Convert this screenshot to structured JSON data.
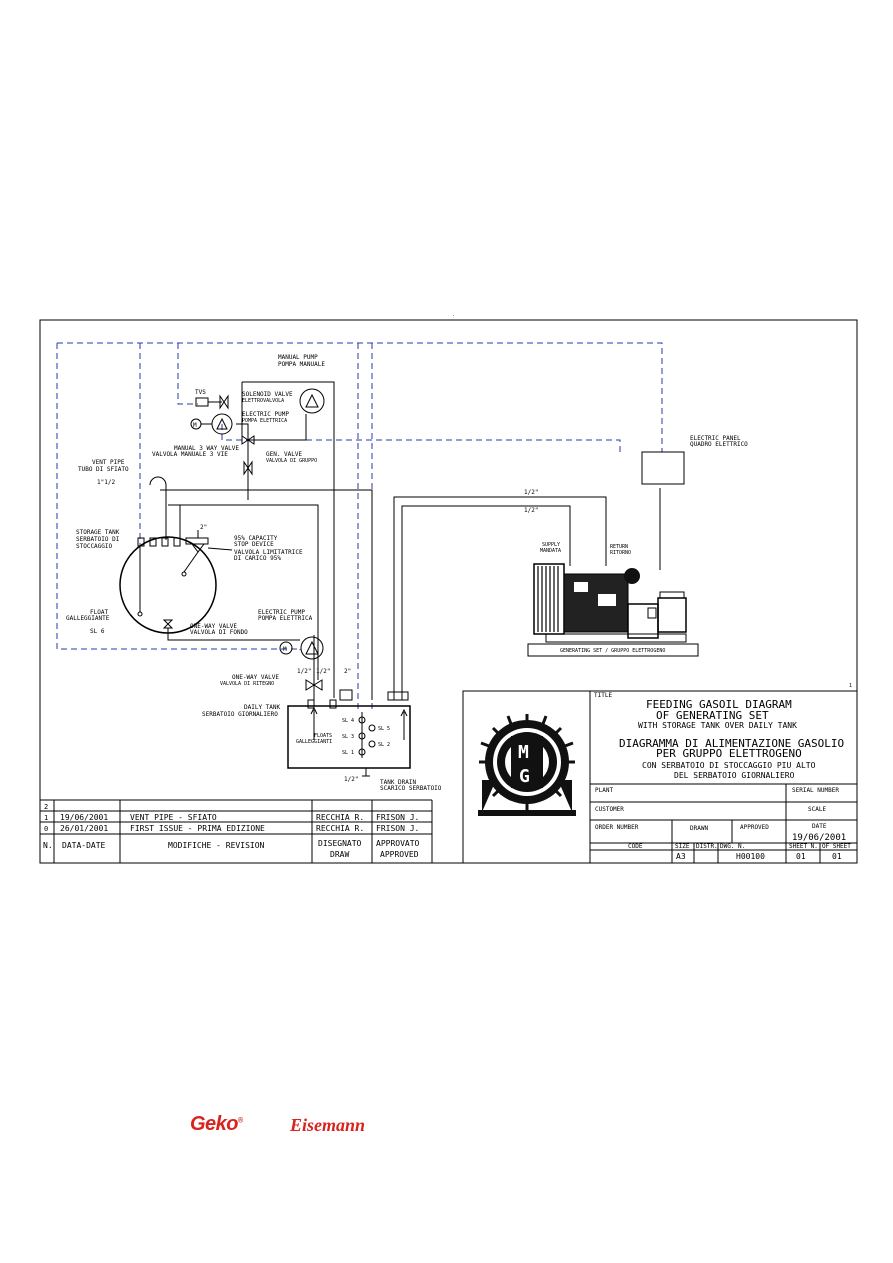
{
  "diagram": {
    "labels": {
      "manual_pump": [
        "MANUAL PUMP",
        "POMPA MANUALE"
      ],
      "tvs": "TVS",
      "solenoid_valve": [
        "SOLENOID VALVE",
        "ELETTROVALVOLA"
      ],
      "electric_pump_top": [
        "ELECTRIC PUMP",
        "POMPA ELETTRICA"
      ],
      "manual_3way_valve": [
        "MANUAL 3 WAY VALVE",
        "VALVOLA MANUALE 3 VIE"
      ],
      "gen_valve": [
        "GEN. VALVE",
        "VALVOLA DI GRUPPO"
      ],
      "vent_pipe": [
        "VENT PIPE",
        "TUBO DI SFIATO"
      ],
      "vent_size": "1\"1/2",
      "storage_tank": [
        "STORAGE TANK",
        "SERBATOIO DI",
        "STOCCAGGIO"
      ],
      "inlet_size": "2\"",
      "stop_device": [
        "95% CAPACITY",
        "STOP DEVICE",
        "VALVOLA LIMITATRICE",
        "DI CARICO 95%"
      ],
      "float": [
        "FLOAT",
        "GALLEGGIANTE"
      ],
      "float_code": "SL 6",
      "one_way_valve_tank": [
        "ONE-WAY VALVE",
        "VALVOLA DI FONDO"
      ],
      "electric_pump_bottom": [
        "ELECTRIC PUMP",
        "POMPA ELETTRICA"
      ],
      "electric_panel": [
        "ELECTRIC PANEL",
        "QUADRO ELETTRICO"
      ],
      "pipe_size_a": "1/2\"",
      "pipe_size_b": "1/2\"",
      "supply": [
        "SUPPLY",
        "MANDATA"
      ],
      "return": [
        "RETURN",
        "RITORNO"
      ],
      "genset": "GENERATING SET / GRUPPO ELETTROGENO",
      "daily_one_way": [
        "ONE-WAY VALVE",
        "VALVOLA DI RITEGNO"
      ],
      "daily_in_a": "1/2\"",
      "daily_in_b": "1/2\"",
      "daily_in_c": "2\"",
      "daily_tank": [
        "DAILY TANK",
        "SERBATOIO GIORNALIERO"
      ],
      "floats": [
        "FLOATS",
        "GALLEGGIANTI"
      ],
      "sl_left": [
        "SL 4",
        "SL 3",
        "SL 1"
      ],
      "sl_right": [
        "SL 5",
        "SL 2"
      ],
      "drain_size": "1/2\"",
      "tank_drain": [
        "TANK DRAIN",
        "SCARICO SERBATOIO"
      ],
      "m_symbol": "M",
      "m_symbol_2": "M",
      "corner_mark": "1"
    }
  },
  "revisions": {
    "rows": [
      {
        "n": "2",
        "date": "",
        "mod": "",
        "draw": "",
        "appr": ""
      },
      {
        "n": "1",
        "date": "19/06/2001",
        "mod": "VENT PIPE  -  SFIATO",
        "draw": "RECCHIA R.",
        "appr": "FRISON J."
      },
      {
        "n": "0",
        "date": "26/01/2001",
        "mod": "FIRST ISSUE  -  PRIMA EDIZIONE",
        "draw": "RECCHIA R.",
        "appr": "FRISON J."
      }
    ],
    "header": {
      "n": "N.",
      "date": "DATA-DATE",
      "mod": "MODIFICHE  -  REVISION",
      "draw": [
        "DISEGNATO",
        "DRAW"
      ],
      "appr": [
        "APPROVATO",
        "APPROVED"
      ]
    }
  },
  "title_block": {
    "title_label": "TITLE",
    "title_en": [
      "FEEDING GASOIL DIAGRAM",
      "OF GENERATING SET",
      "WITH STORAGE TANK OVER DAILY TANK"
    ],
    "title_it": [
      "DIAGRAMMA DI ALIMENTAZIONE GASOLIO",
      "PER GRUPPO ELETTROGENO",
      "CON SERBATOIO DI STOCCAGGIO PIU ALTO",
      "DEL SERBATOIO GIORNALIERO"
    ],
    "plant": "PLANT",
    "serial_number": "SERIAL NUMBER",
    "customer": "CUSTOMER",
    "scale": "SCALE",
    "order_number": "ORDER NUMBER",
    "drawn": "DRAWN",
    "approved": "APPROVED",
    "date_label": "DATE",
    "date": "19/06/2001",
    "code": "CODE",
    "size_label": "SIZE",
    "size": "A3",
    "distr": "DISTR.",
    "dwg_label": "DWG. N.",
    "dwg": "H00100",
    "sheet_label": "SHEET N.",
    "sheet": "01",
    "of_sheet_label": "OF SHEET",
    "of_sheet": "01",
    "logo_letters": [
      "M",
      "G"
    ]
  },
  "footer": {
    "brand_1": "Geko",
    "brand_1_mark": "®",
    "brand_2": "Eisemann"
  },
  "colors": {
    "pipe_dashed": "#2a3aa8",
    "brand_red": "#d9231d",
    "line": "#000000"
  }
}
